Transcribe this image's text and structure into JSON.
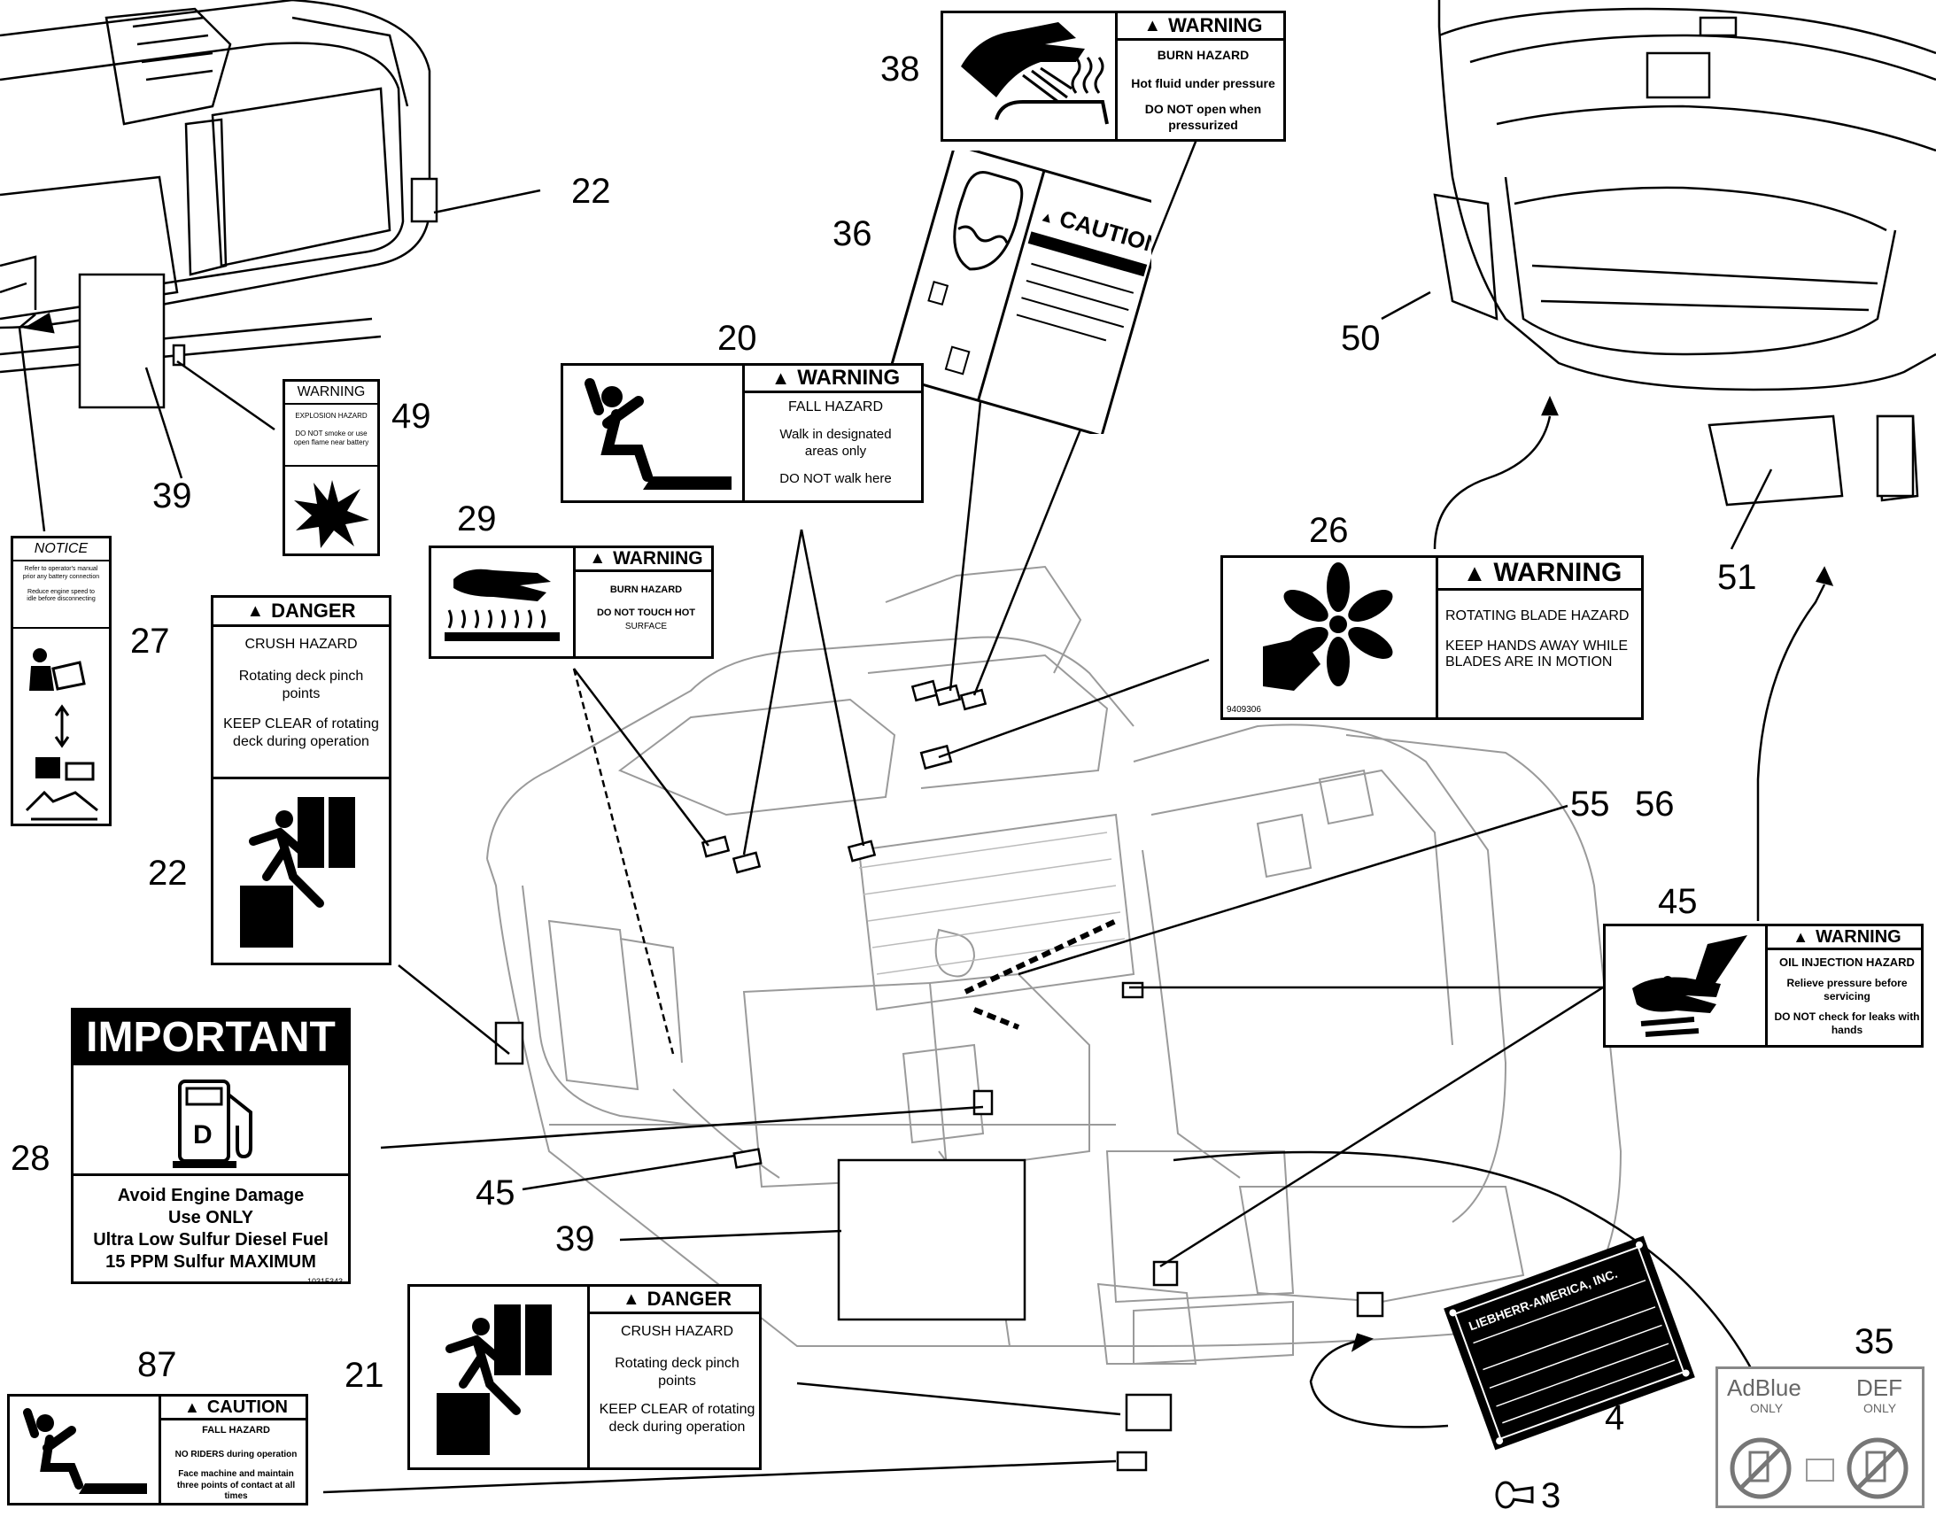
{
  "callouts": [
    {
      "id": "c38",
      "text": "38"
    },
    {
      "id": "c22a",
      "text": "22"
    },
    {
      "id": "c36",
      "text": "36"
    },
    {
      "id": "c20",
      "text": "20"
    },
    {
      "id": "c49",
      "text": "49"
    },
    {
      "id": "c39a",
      "text": "39"
    },
    {
      "id": "c29",
      "text": "29"
    },
    {
      "id": "c27",
      "text": "27"
    },
    {
      "id": "c22b",
      "text": "22"
    },
    {
      "id": "c28",
      "text": "28"
    },
    {
      "id": "c45a",
      "text": "45"
    },
    {
      "id": "c39b",
      "text": "39"
    },
    {
      "id": "c21",
      "text": "21"
    },
    {
      "id": "c87",
      "text": "87"
    },
    {
      "id": "c50",
      "text": "50"
    },
    {
      "id": "c26",
      "text": "26"
    },
    {
      "id": "c51",
      "text": "51"
    },
    {
      "id": "c55",
      "text": "55"
    },
    {
      "id": "c56",
      "text": "56"
    },
    {
      "id": "c45b",
      "text": "45"
    },
    {
      "id": "c4",
      "text": "4"
    },
    {
      "id": "c3",
      "text": "3"
    },
    {
      "id": "c35",
      "text": "35"
    }
  ],
  "decals": {
    "d38": {
      "header": "WARNING",
      "lines": [
        "BURN HAZARD",
        "Hot fluid under pressure",
        "DO NOT open when pressurized"
      ]
    },
    "d36": {
      "header": "CAUTION"
    },
    "d20": {
      "header": "WARNING",
      "lines": [
        "FALL HAZARD",
        "Walk in designated areas only",
        "DO NOT walk here"
      ]
    },
    "d49": {
      "header": "WARNING",
      "lines": [
        "EXPLOSION HAZARD",
        "DO NOT smoke or use open flame near battery"
      ]
    },
    "d29": {
      "header": "WARNING",
      "lines": [
        "BURN HAZARD",
        "DO NOT TOUCH HOT",
        "SURFACE"
      ]
    },
    "d27": {
      "header": "NOTICE",
      "lines": [
        "Refer to operator's manual prior any battery connection",
        "Reduce engine speed to idle before disconnecting"
      ]
    },
    "d22": {
      "header": "DANGER",
      "lines": [
        "CRUSH HAZARD",
        "Rotating deck pinch points",
        "KEEP CLEAR of rotating deck during operation"
      ]
    },
    "d28": {
      "header": "IMPORTANT",
      "lines": [
        "Avoid Engine Damage",
        "Use ONLY",
        "Ultra Low Sulfur Diesel Fuel",
        "15 PPM Sulfur MAXIMUM"
      ],
      "part": "10315343"
    },
    "d21": {
      "header": "DANGER",
      "lines": [
        "CRUSH HAZARD",
        "Rotating deck pinch points",
        "KEEP CLEAR of rotating deck during operation"
      ]
    },
    "d87": {
      "header": "CAUTION",
      "lines": [
        "FALL HAZARD",
        "NO RIDERS during operation",
        "Face machine and maintain three points of contact at all times"
      ]
    },
    "d26": {
      "header": "WARNING",
      "lines": [
        "ROTATING BLADE HAZARD",
        "KEEP HANDS AWAY WHILE BLADES ARE IN MOTION"
      ],
      "part": "9409306"
    },
    "d45": {
      "header": "WARNING",
      "lines": [
        "OIL INJECTION HAZARD",
        "Relieve pressure before servicing",
        "DO NOT check for leaks with hands"
      ]
    },
    "d4": {
      "lines": [
        "LIEBHERR-AMERICA, INC."
      ]
    },
    "d35": {
      "lines": [
        "AdBlue",
        "ONLY",
        "DEF",
        "ONLY"
      ]
    }
  },
  "colors": {
    "ink": "#000000",
    "light_ink": "#9a9a9a",
    "paper": "#ffffff"
  }
}
